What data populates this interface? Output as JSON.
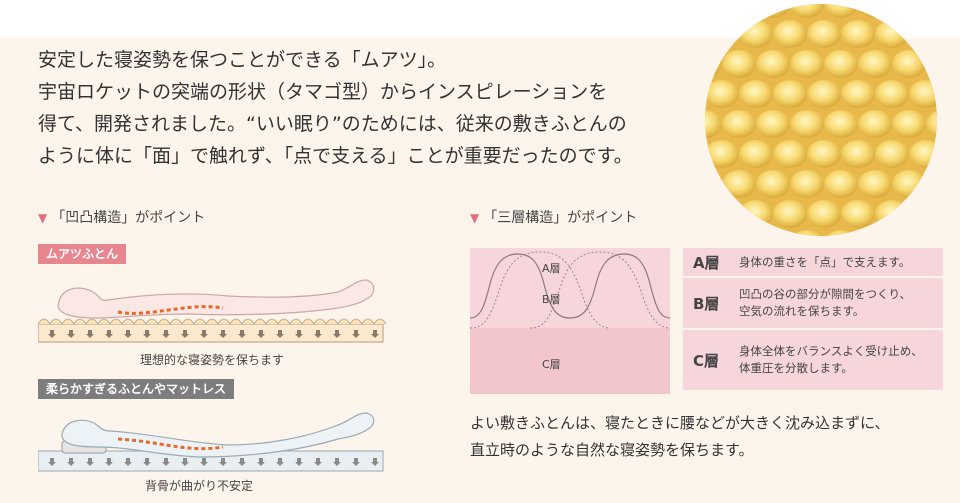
{
  "intro": {
    "lines": [
      "安定した寝姿勢を保つことができる「ムアツ」。",
      "宇宙ロケットの突端の形状（タマゴ型）からインスピレーションを",
      "得て、開発されました。“いい眠り”のためには、従来の敷きふとんの",
      "ように体に「面」で触れず、「点で支える」ことが重要だったのです。"
    ]
  },
  "left_section": {
    "heading": "「凹凸構造」がポイント",
    "tag_good": "ムアツふとん",
    "caption_good": "理想的な寝姿勢を保ちます",
    "tag_bad": "柔らかすぎるふとんやマットレス",
    "caption_bad": "背骨が曲がり不安定"
  },
  "right_section": {
    "heading": "「三層構造」がポイント",
    "diagram_labels": [
      "A層",
      "B層",
      "C層"
    ],
    "layers": [
      {
        "label": "A層",
        "text": "身体の重さを「点」で支えます。"
      },
      {
        "label": "B層",
        "text_1": "凹凸の谷の部分が隙間をつくり、",
        "text_2": "空気の流れを保ちます。"
      },
      {
        "label": "C層",
        "text_1": "身体全体をバランスよく受け止め、",
        "text_2": "体重圧を分散します。"
      }
    ],
    "summary": [
      "よい敷きふとんは、寝たときに腰などが大きく沈み込まずに、",
      "直立時のような自然な寝姿勢を保ちます。"
    ]
  },
  "colors": {
    "panel_bg": "#fdf4ec",
    "accent_pink": "#e8868f",
    "layer_pink": "#f7d6db",
    "foam_yellow": "#f6d26a",
    "spine_orange": "#e8682a"
  }
}
